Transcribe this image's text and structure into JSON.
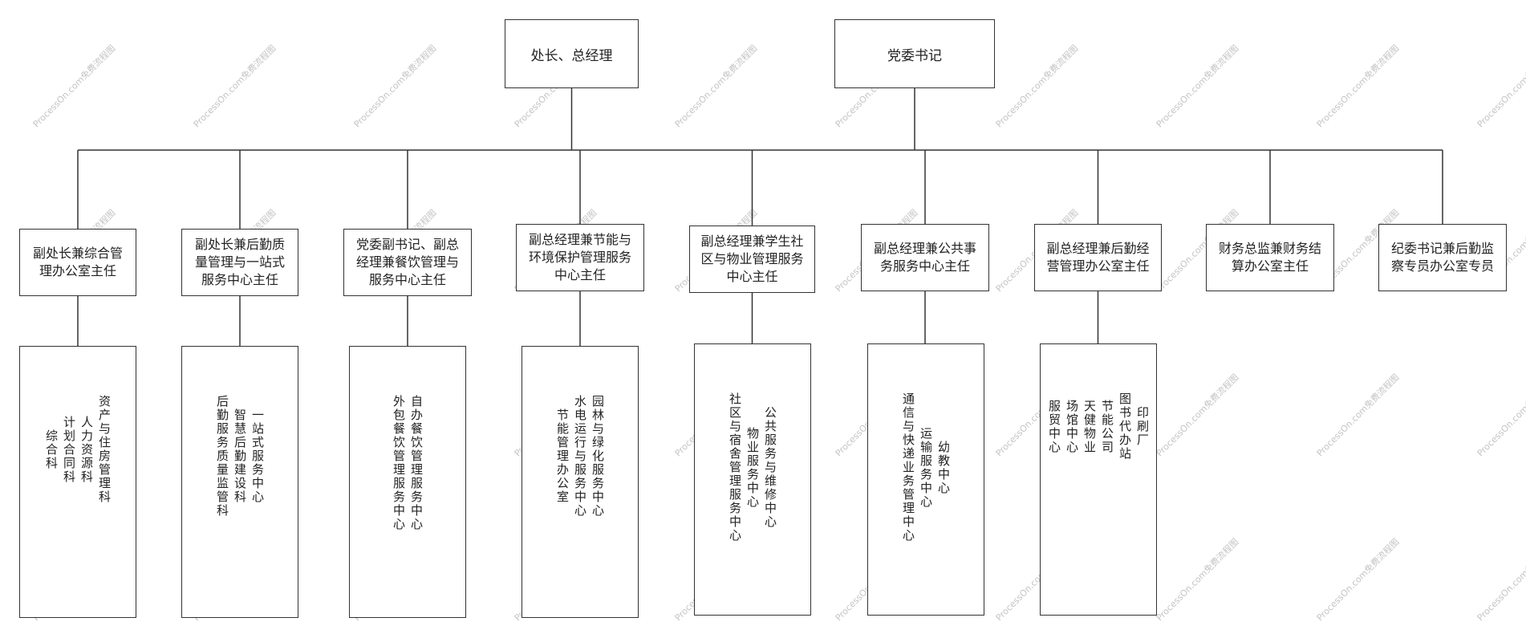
{
  "watermark": "ProcessOn.com免费流程图",
  "colors": {
    "line": "#333333",
    "watermark": "#c4c4c4"
  },
  "top": [
    {
      "label": "处长、总经理"
    },
    {
      "label": "党委书记"
    }
  ],
  "departments": [
    {
      "title": "副处长兼综合管\n理办公室主任",
      "units": [
        "资产与住房管理科",
        "人力资源科",
        "计划合同科",
        "综合科"
      ]
    },
    {
      "title": "副处长兼后勤质\n量管理与一站式\n服务中心主任",
      "units": [
        "一站式服务中心",
        "智慧后勤建设科",
        "后勤服务质量监管科"
      ]
    },
    {
      "title": "党委副书记、副总\n经理兼餐饮管理与\n服务中心主任",
      "units": [
        "自办餐饮管理服务中心",
        "外包餐饮管理服务中心"
      ]
    },
    {
      "title": "副总经理兼节能与\n环境保护管理服务\n中心主任",
      "units": [
        "园林与绿化服务中心",
        "水电运行与服务中心",
        "节能管理办公室"
      ]
    },
    {
      "title": "副总经理兼学生社\n区与物业管理服务\n中心主任",
      "units": [
        "公共服务与维修中心",
        "物业服务中心",
        "社区与宿舍管理服务中心"
      ]
    },
    {
      "title": "副总经理兼公共事\n务服务中心主任",
      "units": [
        "幼教中心",
        "运输服务中心",
        "通信与快递业务管理中心"
      ]
    },
    {
      "title": "副总经理兼后勤经\n营管理办公室主任",
      "units": [
        "印刷厂",
        "图书代办站",
        "节能公司",
        "天健物业",
        "场馆中心",
        "服贸中心"
      ]
    },
    {
      "title": "财务总监兼财务结\n算办公室主任",
      "units": []
    },
    {
      "title": "纪委书记兼后勤监\n察专员办公室专员",
      "units": []
    }
  ]
}
